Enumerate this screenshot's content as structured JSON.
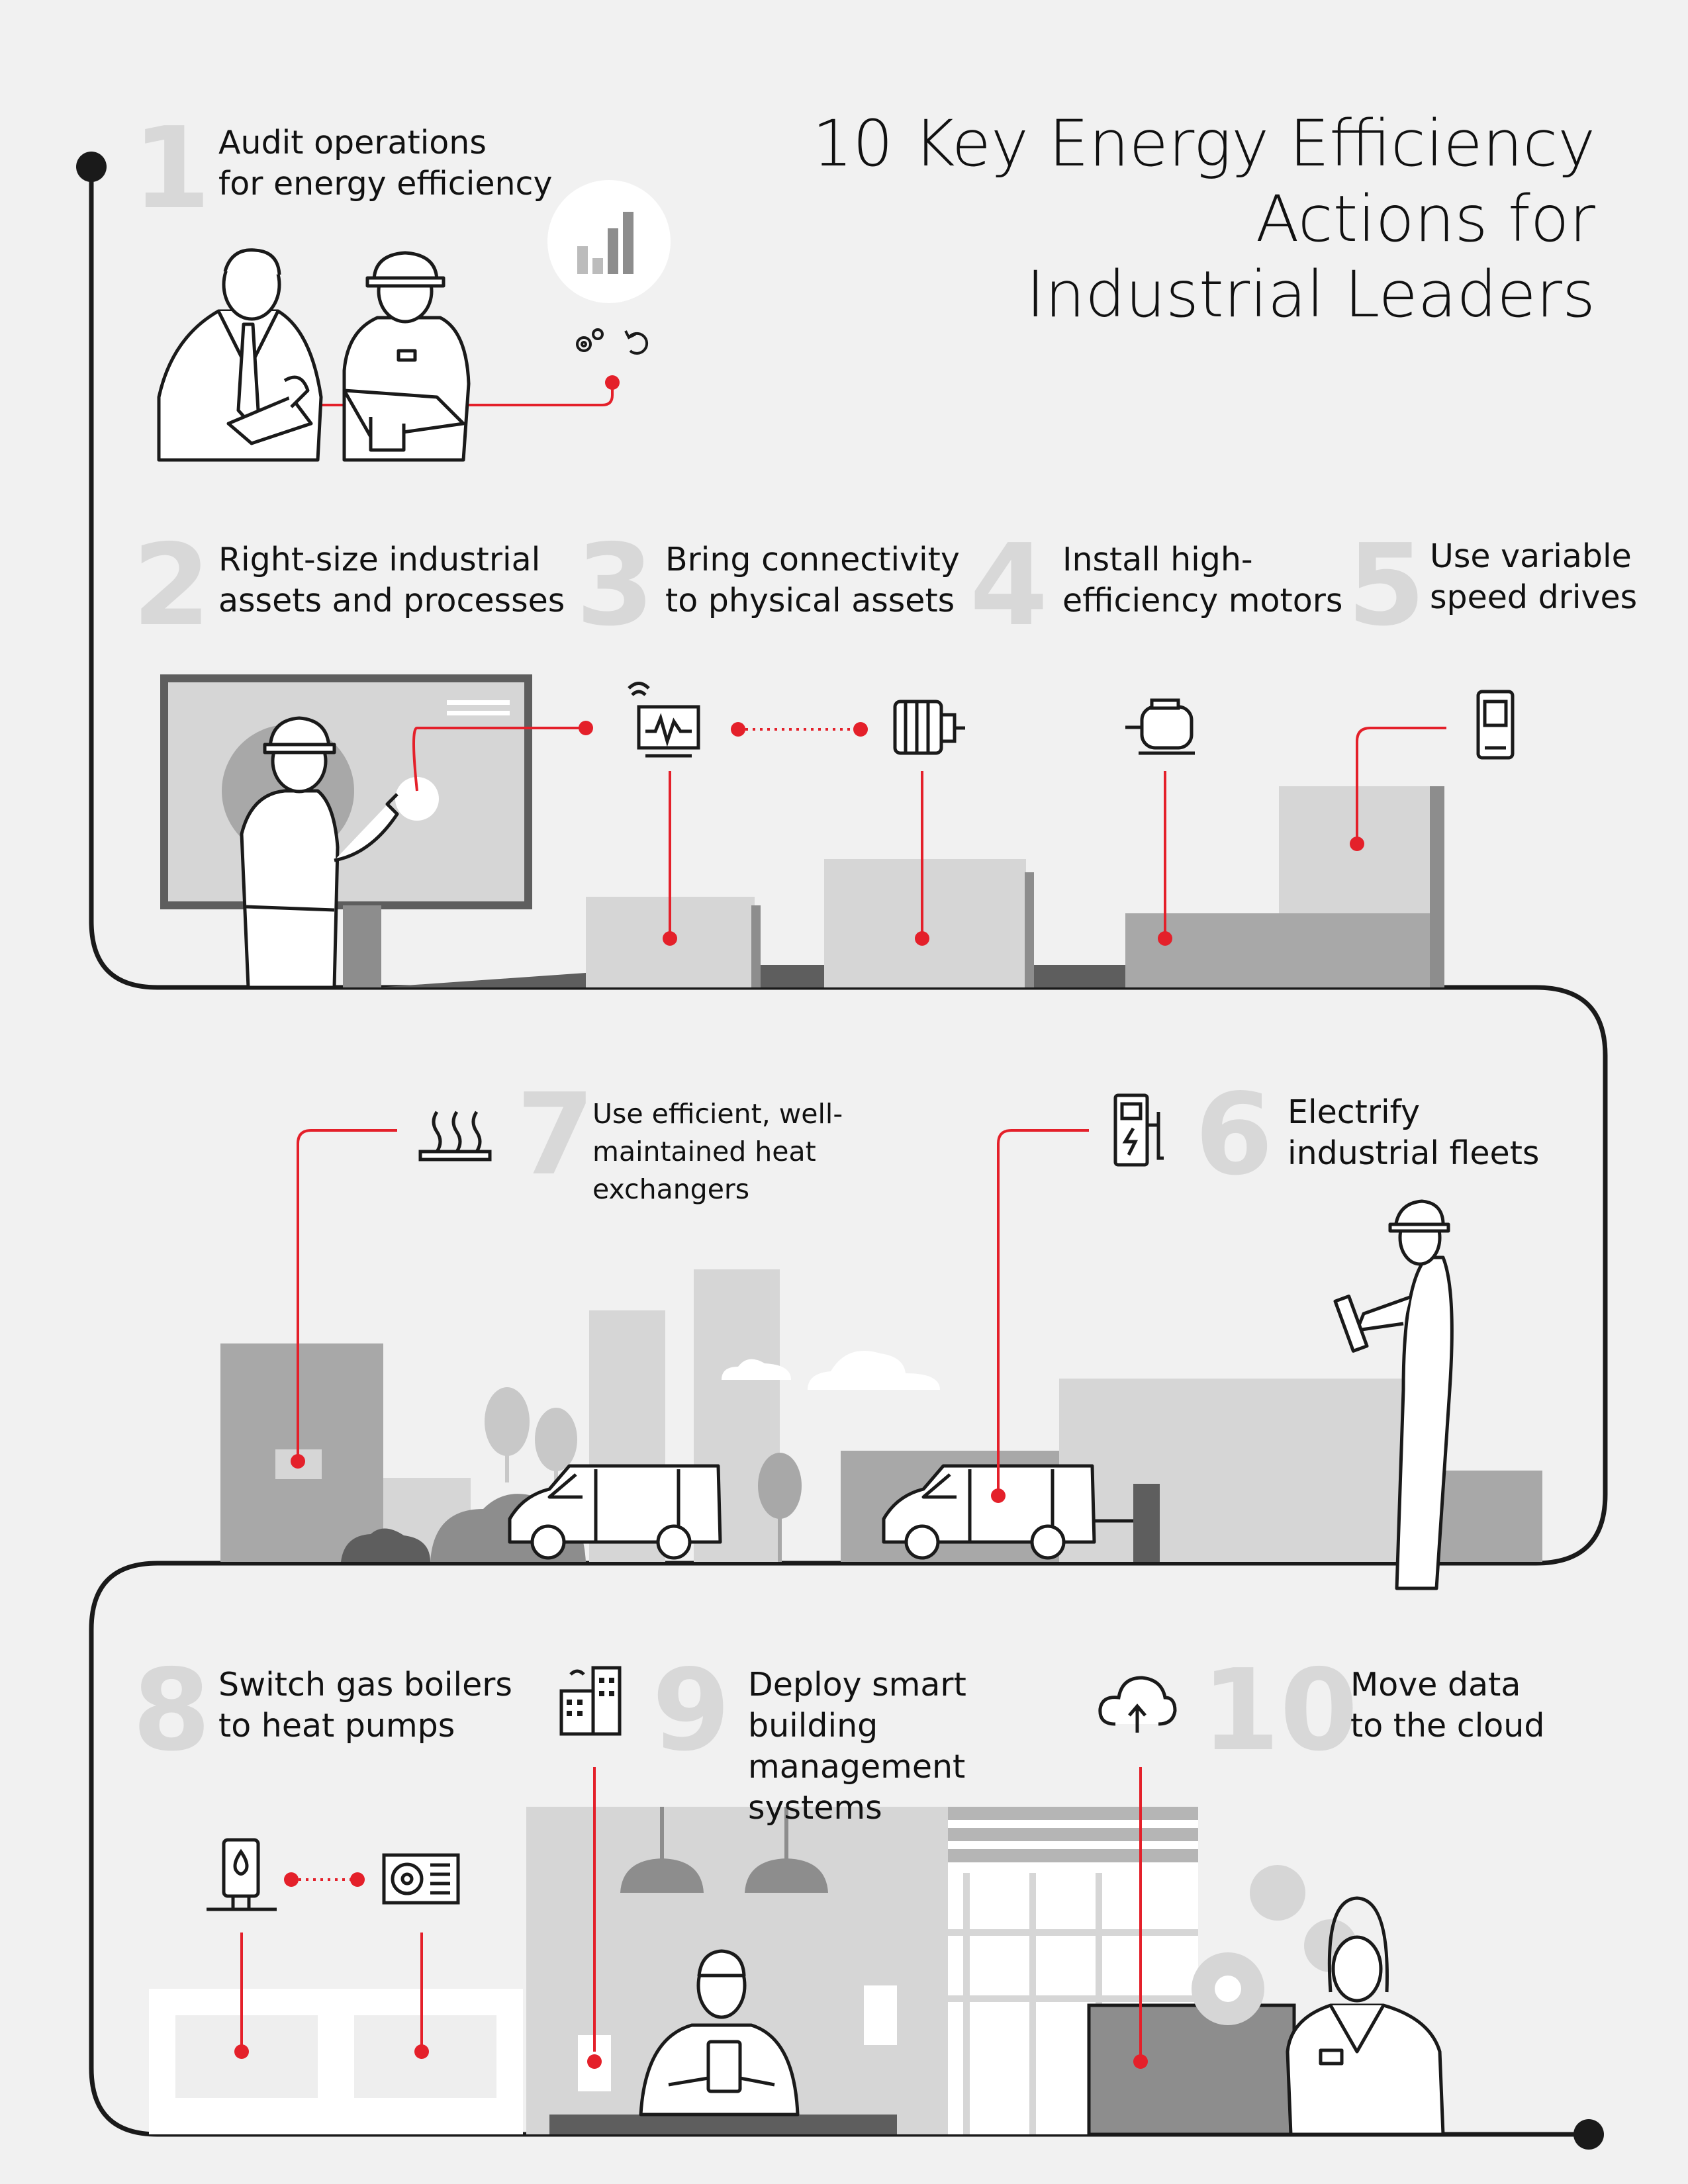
{
  "title": {
    "line1": "10 Key Energy Efficiency",
    "line2": "Actions for",
    "line3": "Industrial Leaders"
  },
  "steps": [
    {
      "number": "1",
      "line1": "Audit operations",
      "line2": "for energy efficiency",
      "line3": ""
    },
    {
      "number": "2",
      "line1": "Right-size industrial",
      "line2": "assets and processes",
      "line3": ""
    },
    {
      "number": "3",
      "line1": "Bring connectivity",
      "line2": "to physical assets",
      "line3": ""
    },
    {
      "number": "4",
      "line1": "Install high-",
      "line2": "efficiency motors",
      "line3": ""
    },
    {
      "number": "5",
      "line1": "Use variable",
      "line2": "speed drives",
      "line3": ""
    },
    {
      "number": "6",
      "line1": "Electrify",
      "line2": "industrial fleets",
      "line3": ""
    },
    {
      "number": "7",
      "line1": "Use efficient, well-",
      "line2": "maintained heat",
      "line3": "exchangers"
    },
    {
      "number": "8",
      "line1": "Switch gas boilers",
      "line2": "to heat pumps",
      "line3": ""
    },
    {
      "number": "9",
      "line1": "Deploy smart building",
      "line2": "management systems",
      "line3": ""
    },
    {
      "number": "10",
      "line1": "Move data",
      "line2": "to the cloud",
      "line3": ""
    }
  ],
  "icons": [
    "bar-chart-icon",
    "gears-icon",
    "refresh-icon",
    "connected-motor-icon",
    "motor-icon",
    "high-efficiency-motor-icon",
    "variable-speed-drive-icon",
    "heat-exchanger-icon",
    "ev-charger-icon",
    "boiler-icon",
    "heat-pump-icon",
    "smart-building-icon",
    "cloud-upload-icon"
  ],
  "colors": {
    "accent": "#e4202a",
    "line": "#1a1a1a",
    "step_number": "#d8d8d8",
    "background": "#f1f1f1",
    "gray_light": "#d6d6d6",
    "gray_mid": "#b5b5b5",
    "gray_dark": "#8d8d8d"
  }
}
